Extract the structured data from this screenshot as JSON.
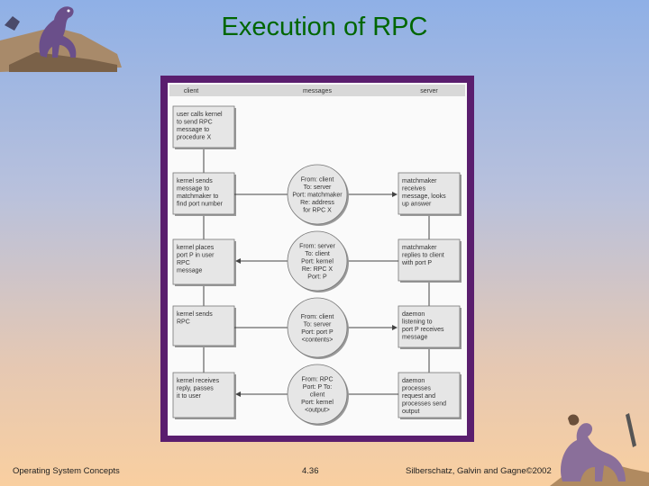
{
  "slide": {
    "title": "Execution of RPC",
    "footer_left": "Operating System Concepts",
    "footer_center": "4.36",
    "footer_right": "Silberschatz, Galvin and  Gagne©2002"
  },
  "figure": {
    "headers": [
      "client",
      "messages",
      "server"
    ],
    "client_boxes": [
      [
        "user calls kernel",
        "to send RPC",
        "message to",
        "procedure X"
      ],
      [
        "kernel sends",
        "message to",
        "matchmaker to",
        "find port number"
      ],
      [
        "kernel places",
        "port P in user",
        "RPC",
        "message"
      ],
      [
        "kernel sends",
        "RPC"
      ],
      [
        "kernel receives",
        "reply, passes",
        "it to user"
      ]
    ],
    "messages": [
      [
        "From: client",
        "To: server",
        "Port: matchmaker",
        "Re: address",
        "for RPC X"
      ],
      [
        "From: server",
        "To: client",
        "Port: kernel",
        "Re: RPC X",
        "Port: P"
      ],
      [
        "From: client",
        "To: server",
        "Port: port P",
        "<contents>"
      ],
      [
        "From: RPC",
        "Port: P To:",
        "client",
        "Port: kernel",
        "<output>"
      ]
    ],
    "server_boxes": [
      [
        "matchmaker",
        "receives",
        "message, looks",
        "up answer"
      ],
      [
        "matchmaker",
        "replies to client",
        "with port P"
      ],
      [
        "daemon",
        "listening to",
        "port P receives",
        "message"
      ],
      [
        "daemon",
        "processes",
        "request and",
        "processes send",
        "output"
      ]
    ]
  }
}
